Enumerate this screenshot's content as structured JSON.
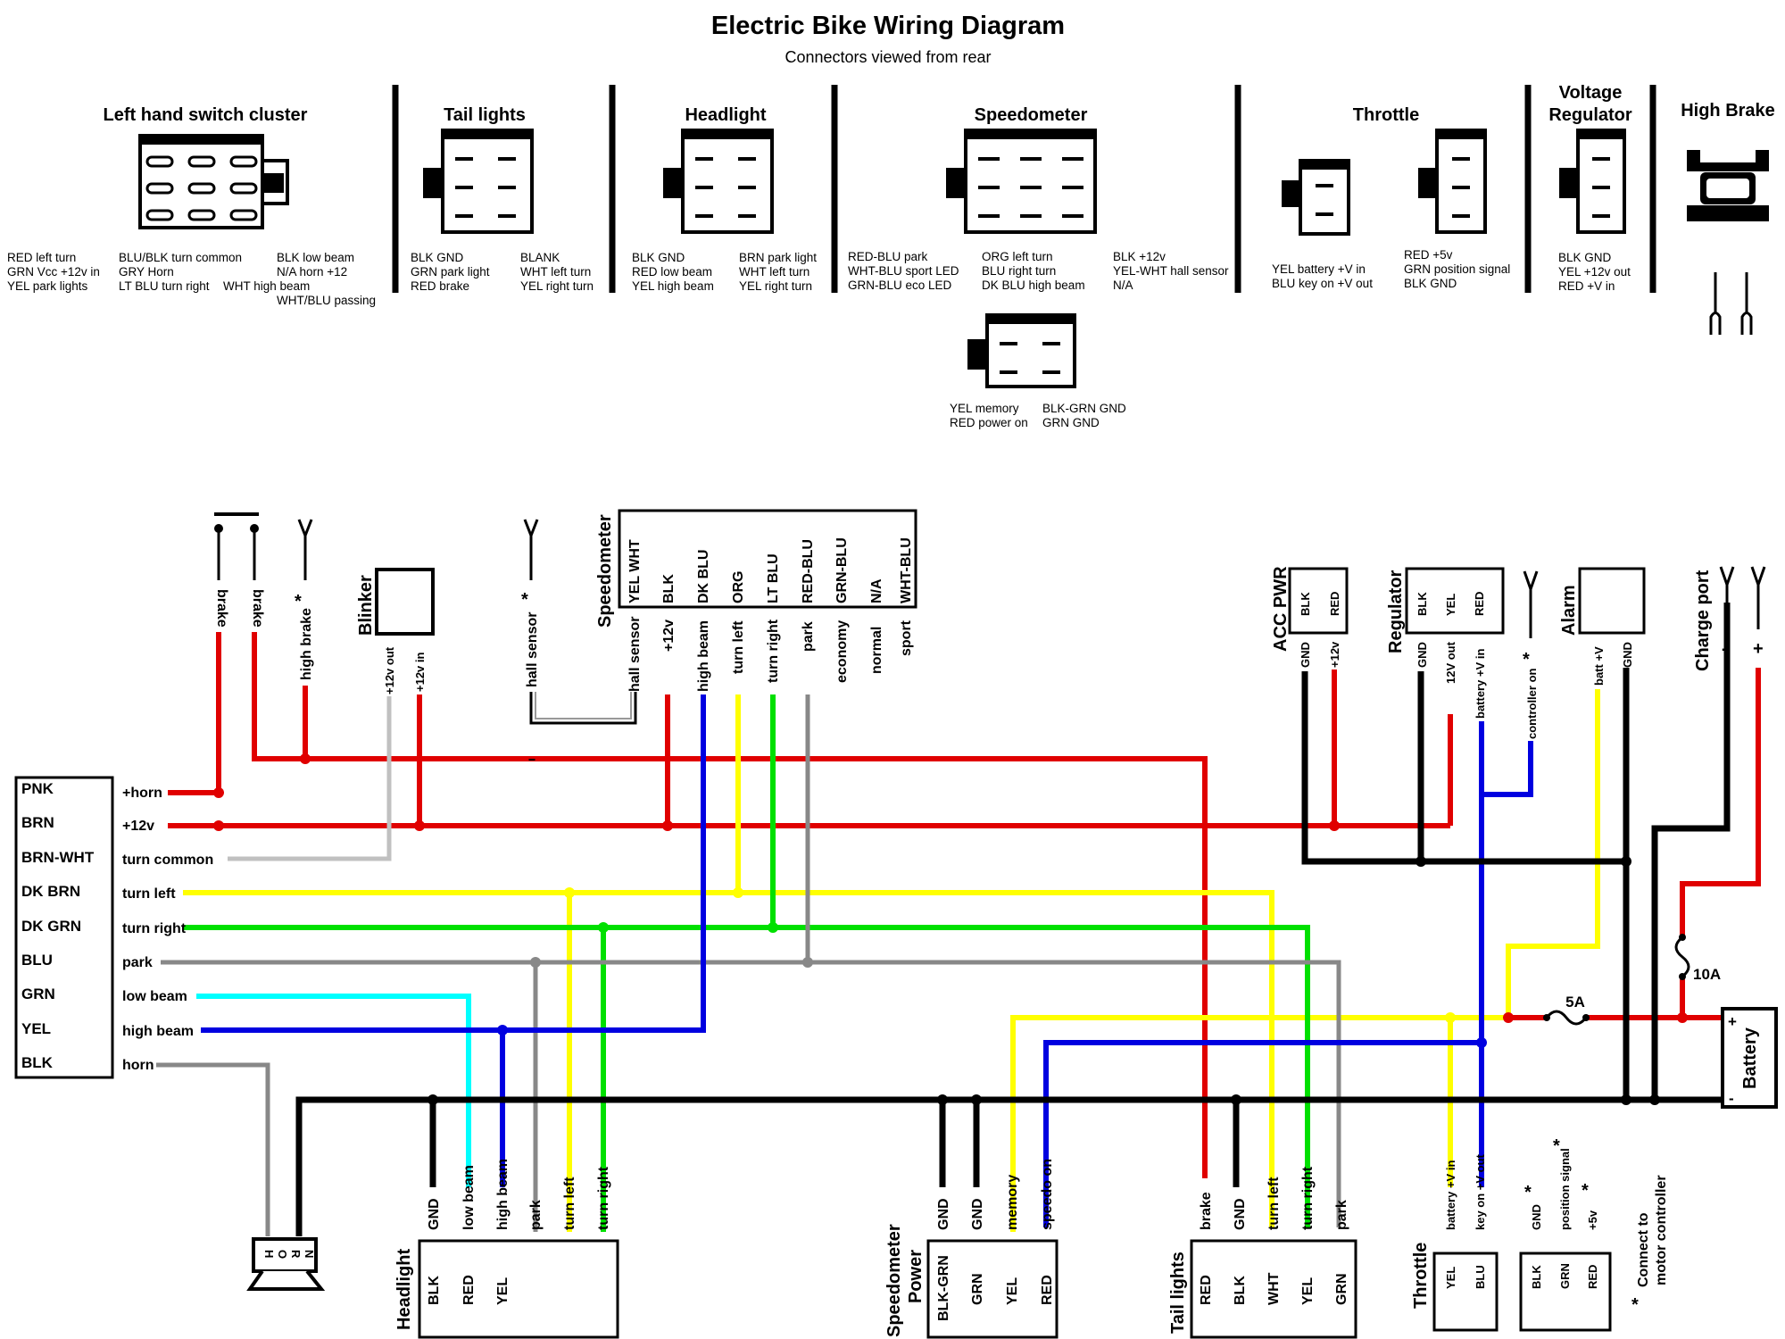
{
  "title": "Electric Bike Wiring Diagram",
  "subtitle": "Connectors viewed from rear",
  "colors": {
    "red": "#e00000",
    "black": "#000000",
    "yellow": "#ffff00",
    "green": "#00e000",
    "blue": "#0000e0",
    "cyan": "#00ffff",
    "grey": "#888888",
    "lightgrey": "#c0c0c0"
  },
  "connectors": {
    "switch_cluster": {
      "title": "Left hand switch cluster",
      "pins": [
        "RED left turn",
        "GRN Vcc +12v in",
        "YEL park lights",
        "BLU/BLK turn common",
        "GRY Horn",
        "LT BLU turn right",
        "WHT high beam",
        "BLK low beam",
        "N/A horn +12",
        "WHT/BLU passing"
      ]
    },
    "tail_lights": {
      "title": "Tail lights",
      "pins": [
        "BLK GND",
        "GRN park light",
        "RED brake",
        "BLANK",
        "WHT left turn",
        "YEL right turn"
      ]
    },
    "headlight": {
      "title": "Headlight",
      "pins": [
        "BLK GND",
        "RED low beam",
        "YEL high beam",
        "BRN park light",
        "WHT left turn",
        "YEL right turn"
      ]
    },
    "speedometer": {
      "title": "Speedometer",
      "pins": [
        "RED-BLU park",
        "WHT-BLU sport LED",
        "GRN-BLU eco LED",
        "ORG left turn",
        "BLU right turn",
        "DK BLU high beam",
        "BLK +12v",
        "YEL-WHT hall sensor",
        "N/A"
      ]
    },
    "speedometer_power": {
      "pins": [
        "YEL memory",
        "RED power on",
        "BLK-GRN GND",
        "GRN GND"
      ]
    },
    "throttle": {
      "title": "Throttle",
      "pins": [
        "YEL battery +V in",
        "BLU key on +V out",
        "RED +5v",
        "GRN position signal",
        "BLK GND"
      ]
    },
    "regulator": {
      "title": "Voltage Regulator",
      "pins": [
        "BLK GND",
        "YEL +12v out",
        "RED +V in"
      ]
    },
    "high_brake": {
      "title": "High Brake"
    }
  },
  "harness": {
    "colors": [
      "PNK",
      "BRN",
      "BRN-WHT",
      "DK BRN",
      "DK GRN",
      "BLU",
      "GRN",
      "YEL",
      "BLK"
    ],
    "functions": [
      "+horn",
      "+12v",
      "turn common",
      "turn left",
      "turn right",
      "park",
      "low beam",
      "high beam",
      "horn"
    ]
  },
  "top_terminals": {
    "brake_1": "brake",
    "brake_2": "brake",
    "high_brake": "high brake",
    "hall_sensor": "hall sensor",
    "star": "*"
  },
  "blinker": {
    "title": "Blinker",
    "pins": [
      "+12v out",
      "+12v in"
    ]
  },
  "speedometer_block": {
    "title": "Speedometer",
    "wire_colors": [
      "YEL WHT",
      "BLK",
      "DK BLU",
      "ORG",
      "LT BLU",
      "RED-BLU",
      "GRN-BLU",
      "N/A",
      "WHT-BLU"
    ],
    "functions": [
      "hall sensor",
      "+12v",
      "high beam",
      "turn left",
      "turn right",
      "park",
      "economy",
      "normal",
      "sport"
    ]
  },
  "acc_pwr": {
    "title": "ACC PWR",
    "pins": [
      "BLK",
      "RED"
    ],
    "labels": [
      "GND",
      "+12v"
    ]
  },
  "regulator_block": {
    "title": "Regulator",
    "pins": [
      "BLK",
      "YEL",
      "RED"
    ],
    "labels": [
      "GND",
      "12V out",
      "battery +V in"
    ]
  },
  "controller_on": "controller on",
  "alarm": {
    "title": "Alarm",
    "labels": [
      "batt +V",
      "GND"
    ]
  },
  "charge_port": {
    "title": "Charge port",
    "minus": "-",
    "plus": "+"
  },
  "fuses": {
    "f1": "5A",
    "f2": "10A"
  },
  "battery": {
    "title": "Battery",
    "plus": "+",
    "minus": "-"
  },
  "horn_letters": [
    "H",
    "O",
    "R",
    "N"
  ],
  "bottom": {
    "headlight": {
      "title": "Headlight",
      "pins": [
        "BLK",
        "RED",
        "YEL"
      ],
      "labels": [
        "GND",
        "low beam",
        "high beam",
        "park",
        "turn left",
        "turn right"
      ]
    },
    "speedo_power": {
      "title_1": "Speedometer",
      "title_2": "Power",
      "pins": [
        "BLK-GRN",
        "GRN",
        "YEL",
        "RED"
      ],
      "labels": [
        "GND",
        "GND",
        "memory",
        "speedo on"
      ]
    },
    "tail_lights": {
      "title": "Tail lights",
      "pins": [
        "RED",
        "BLK",
        "WHT",
        "YEL",
        "GRN"
      ],
      "labels": [
        "brake",
        "GND",
        "turn left",
        "turn right",
        "park"
      ]
    },
    "throttle": {
      "title": "Throttle",
      "pins": [
        "YEL",
        "BLU"
      ],
      "labels": [
        "battery +V in",
        "key on +V out"
      ]
    },
    "controller_block": {
      "pins": [
        "BLK",
        "GRN",
        "RED"
      ],
      "labels": [
        "GND",
        "position signal",
        "+5v"
      ]
    },
    "motor_note_1": "Connect to",
    "motor_note_2": "motor controller"
  }
}
